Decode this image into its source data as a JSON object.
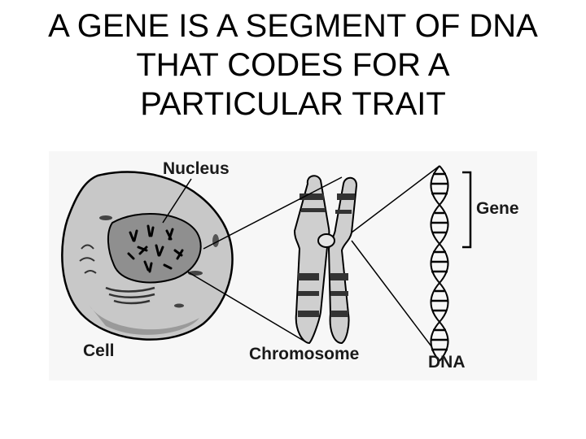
{
  "title": {
    "lines": [
      "A GENE IS A SEGMENT OF DNA",
      "THAT CODES FOR A",
      "PARTICULAR TRAIT"
    ]
  },
  "diagram": {
    "labels": {
      "nucleus": "Nucleus",
      "gene": "Gene",
      "cell": "Cell",
      "chromosome": "Chromosome",
      "dna": "DNA"
    }
  },
  "colors": {
    "background": "#ffffff",
    "cell_fill": "#c8c8c8",
    "nucleus_fill": "#8f8f8f",
    "ink": "#000000"
  }
}
